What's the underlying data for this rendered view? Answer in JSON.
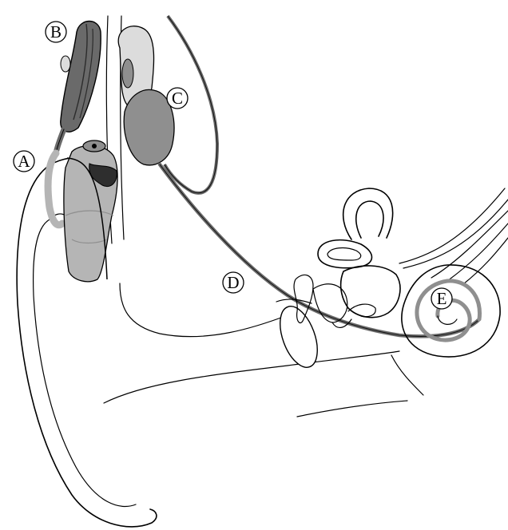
{
  "labels": {
    "a": "A",
    "b": "B",
    "c": "C",
    "d": "D",
    "e": "E"
  },
  "colors": {
    "dark_gray": "#6a6a6a",
    "mid_gray": "#8f8f8f",
    "light_gray": "#b5b5b5",
    "pale_gray": "#dcdcdc",
    "black": "#000000"
  }
}
